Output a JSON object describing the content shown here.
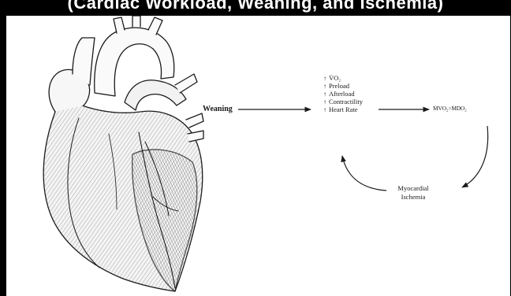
{
  "header": {
    "title": "(Cardiac Workload, Weaning, and Ischemia)"
  },
  "diagram": {
    "start_label": "Weaning",
    "factors": [
      {
        "arrow": "↑",
        "text": "V̇O₂"
      },
      {
        "arrow": "↑",
        "text": "Preload"
      },
      {
        "arrow": "↑",
        "text": "Afterload"
      },
      {
        "arrow": "↑",
        "text": "Contractility"
      },
      {
        "arrow": "↑",
        "text": "Heart Rate"
      }
    ],
    "result_label": "ṀVO₂>ṀDO₂",
    "ischemia_line1": "Myocardial",
    "ischemia_line2": "Ischemia"
  },
  "colors": {
    "background": "#000000",
    "panel": "#ffffff",
    "ink": "#1a1a1a"
  }
}
